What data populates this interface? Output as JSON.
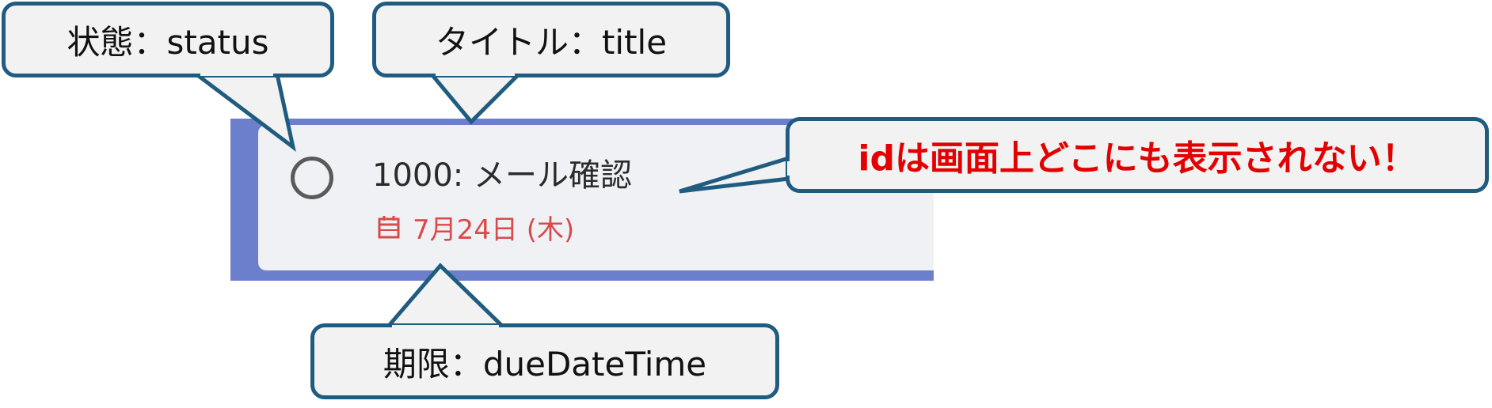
{
  "task_card": {
    "title": "1000: メール確認",
    "due_date": "7月24日 (木)",
    "colors": {
      "frame": "#6b7fcc",
      "background": "#f0f1f5",
      "due_text": "#d94a4a",
      "circle": "#5a5a5a"
    }
  },
  "callouts": {
    "status_label": "状態：status",
    "title_label": "タイトル：title",
    "due_label": "期限：dueDateTime",
    "id_note": "idは画面上どこにも表示されない！"
  },
  "colors": {
    "callout_border": "#1f5c80",
    "callout_fill": "#f2f2f2",
    "warning_text": "#e30000"
  },
  "icons": {
    "status": "empty-circle-icon",
    "due": "calendar-icon"
  }
}
